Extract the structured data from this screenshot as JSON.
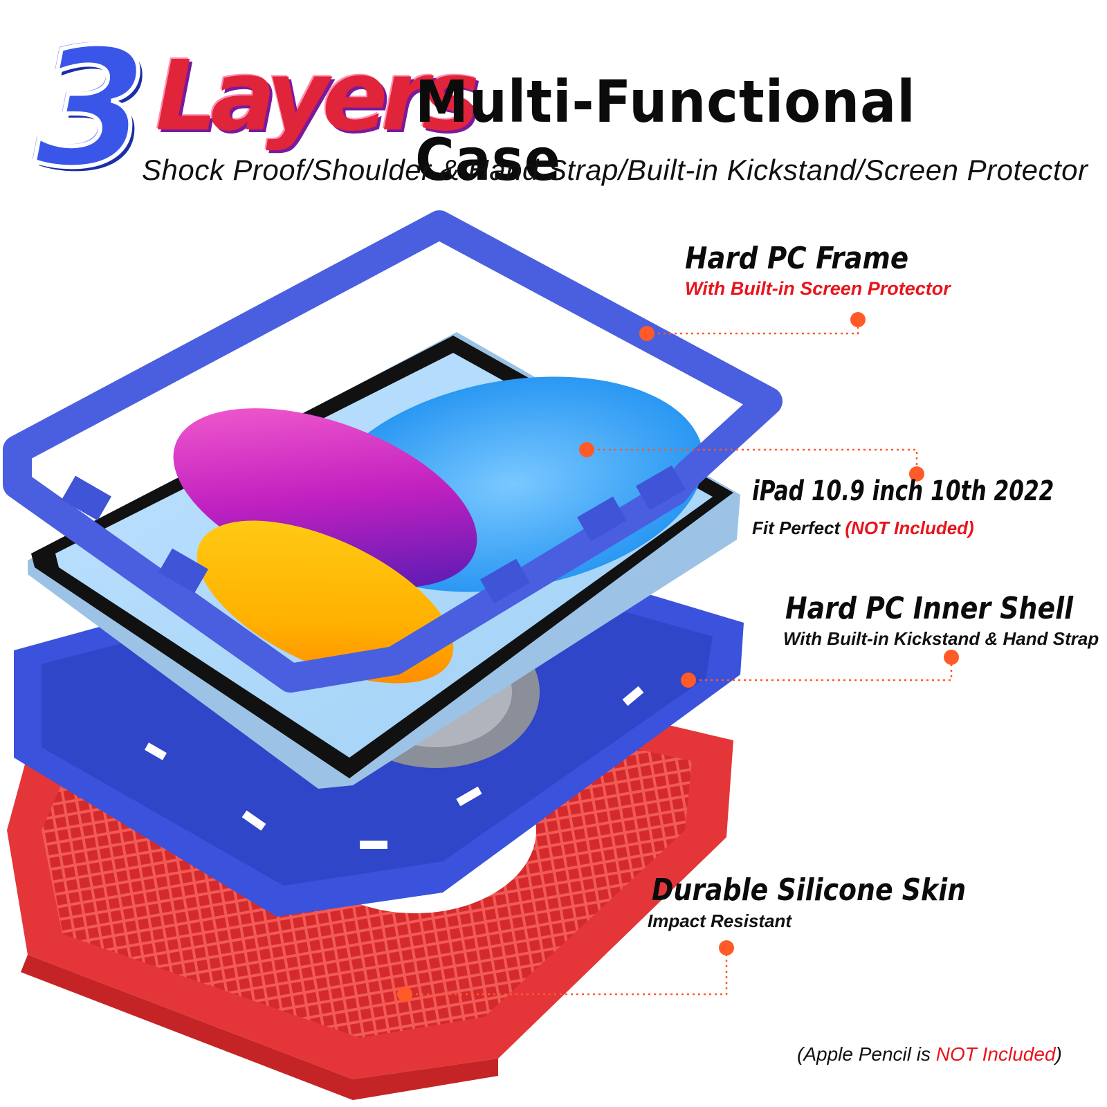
{
  "headline": {
    "number": "3",
    "word": "Layers",
    "rest": "Multi-Functional Case"
  },
  "subtitle": "Shock Proof/Shoulder & Hand Strap/Built-in Kickstand/Screen Protector",
  "callouts": [
    {
      "title": "Hard PC Frame",
      "subtitle": "With Built-in Screen Protector"
    },
    {
      "title": "iPad 10.9 inch 10th 2022",
      "subtitle_a": "Fit Perfect",
      "subtitle_b": "(NOT Included)"
    },
    {
      "title": "Hard PC Inner Shell",
      "subtitle": "With Built-in Kickstand & Hand Strap"
    },
    {
      "title": "Durable Silicone Skin",
      "subtitle": "Impact Resistant"
    }
  ],
  "note": {
    "a": "(Apple Pencil is ",
    "b": "NOT Included",
    "c": ")"
  },
  "colors": {
    "frame_blue": "#4a5fe0",
    "skin_red": "#e8383a",
    "accent_red": "#e8141c",
    "marker_orange": "#ff5a28"
  }
}
